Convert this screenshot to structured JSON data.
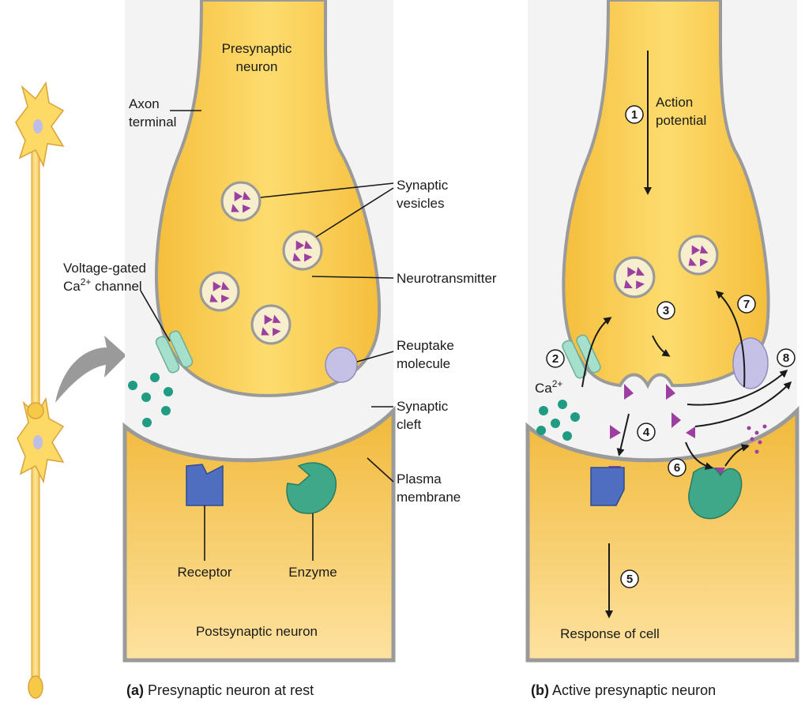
{
  "panel_a": {
    "labels": {
      "presynaptic_line1": "Presynaptic",
      "presynaptic_line2": "neuron",
      "axon_line1": "Axon",
      "axon_line2": "terminal",
      "vesicles_line1": "Synaptic",
      "vesicles_line2": "vesicles",
      "neurotransmitter": "Neurotransmitter",
      "channel_line1": "Voltage-gated",
      "channel_line2_base": "Ca",
      "channel_line2_sup": "2+",
      "channel_line2_rest": " channel",
      "reuptake_line1": "Reuptake",
      "reuptake_line2": "molecule",
      "cleft_line1": "Synaptic",
      "cleft_line2": "cleft",
      "membrane_line1": "Plasma",
      "membrane_line2": "membrane",
      "receptor": "Receptor",
      "enzyme": "Enzyme",
      "postsynaptic": "Postsynaptic neuron"
    },
    "caption_letter": "(a)",
    "caption_text": " Presynaptic neuron at rest"
  },
  "panel_b": {
    "labels": {
      "action_line1": "Action",
      "action_line2": "potential",
      "ca_base": "Ca",
      "ca_sup": "2+",
      "response": "Response of cell"
    },
    "steps": [
      "1",
      "2",
      "3",
      "4",
      "5",
      "6",
      "7",
      "8"
    ],
    "caption_letter": "(b)",
    "caption_text": " Active presynaptic neuron"
  },
  "colors": {
    "neuron_fill": "#f7c948",
    "neuron_light": "#fde9a6",
    "membrane": "#9a9a9a",
    "vesicle": "#f6eecd",
    "neurotransmitter": "#9c3fa0",
    "channel": "#a5e0cc",
    "ca_ion": "#1f9c82",
    "receptor": "#4f6ebf",
    "enzyme": "#3fa888",
    "reuptake": "#c4c0e6",
    "panel_bg": "#f3f3f3"
  }
}
